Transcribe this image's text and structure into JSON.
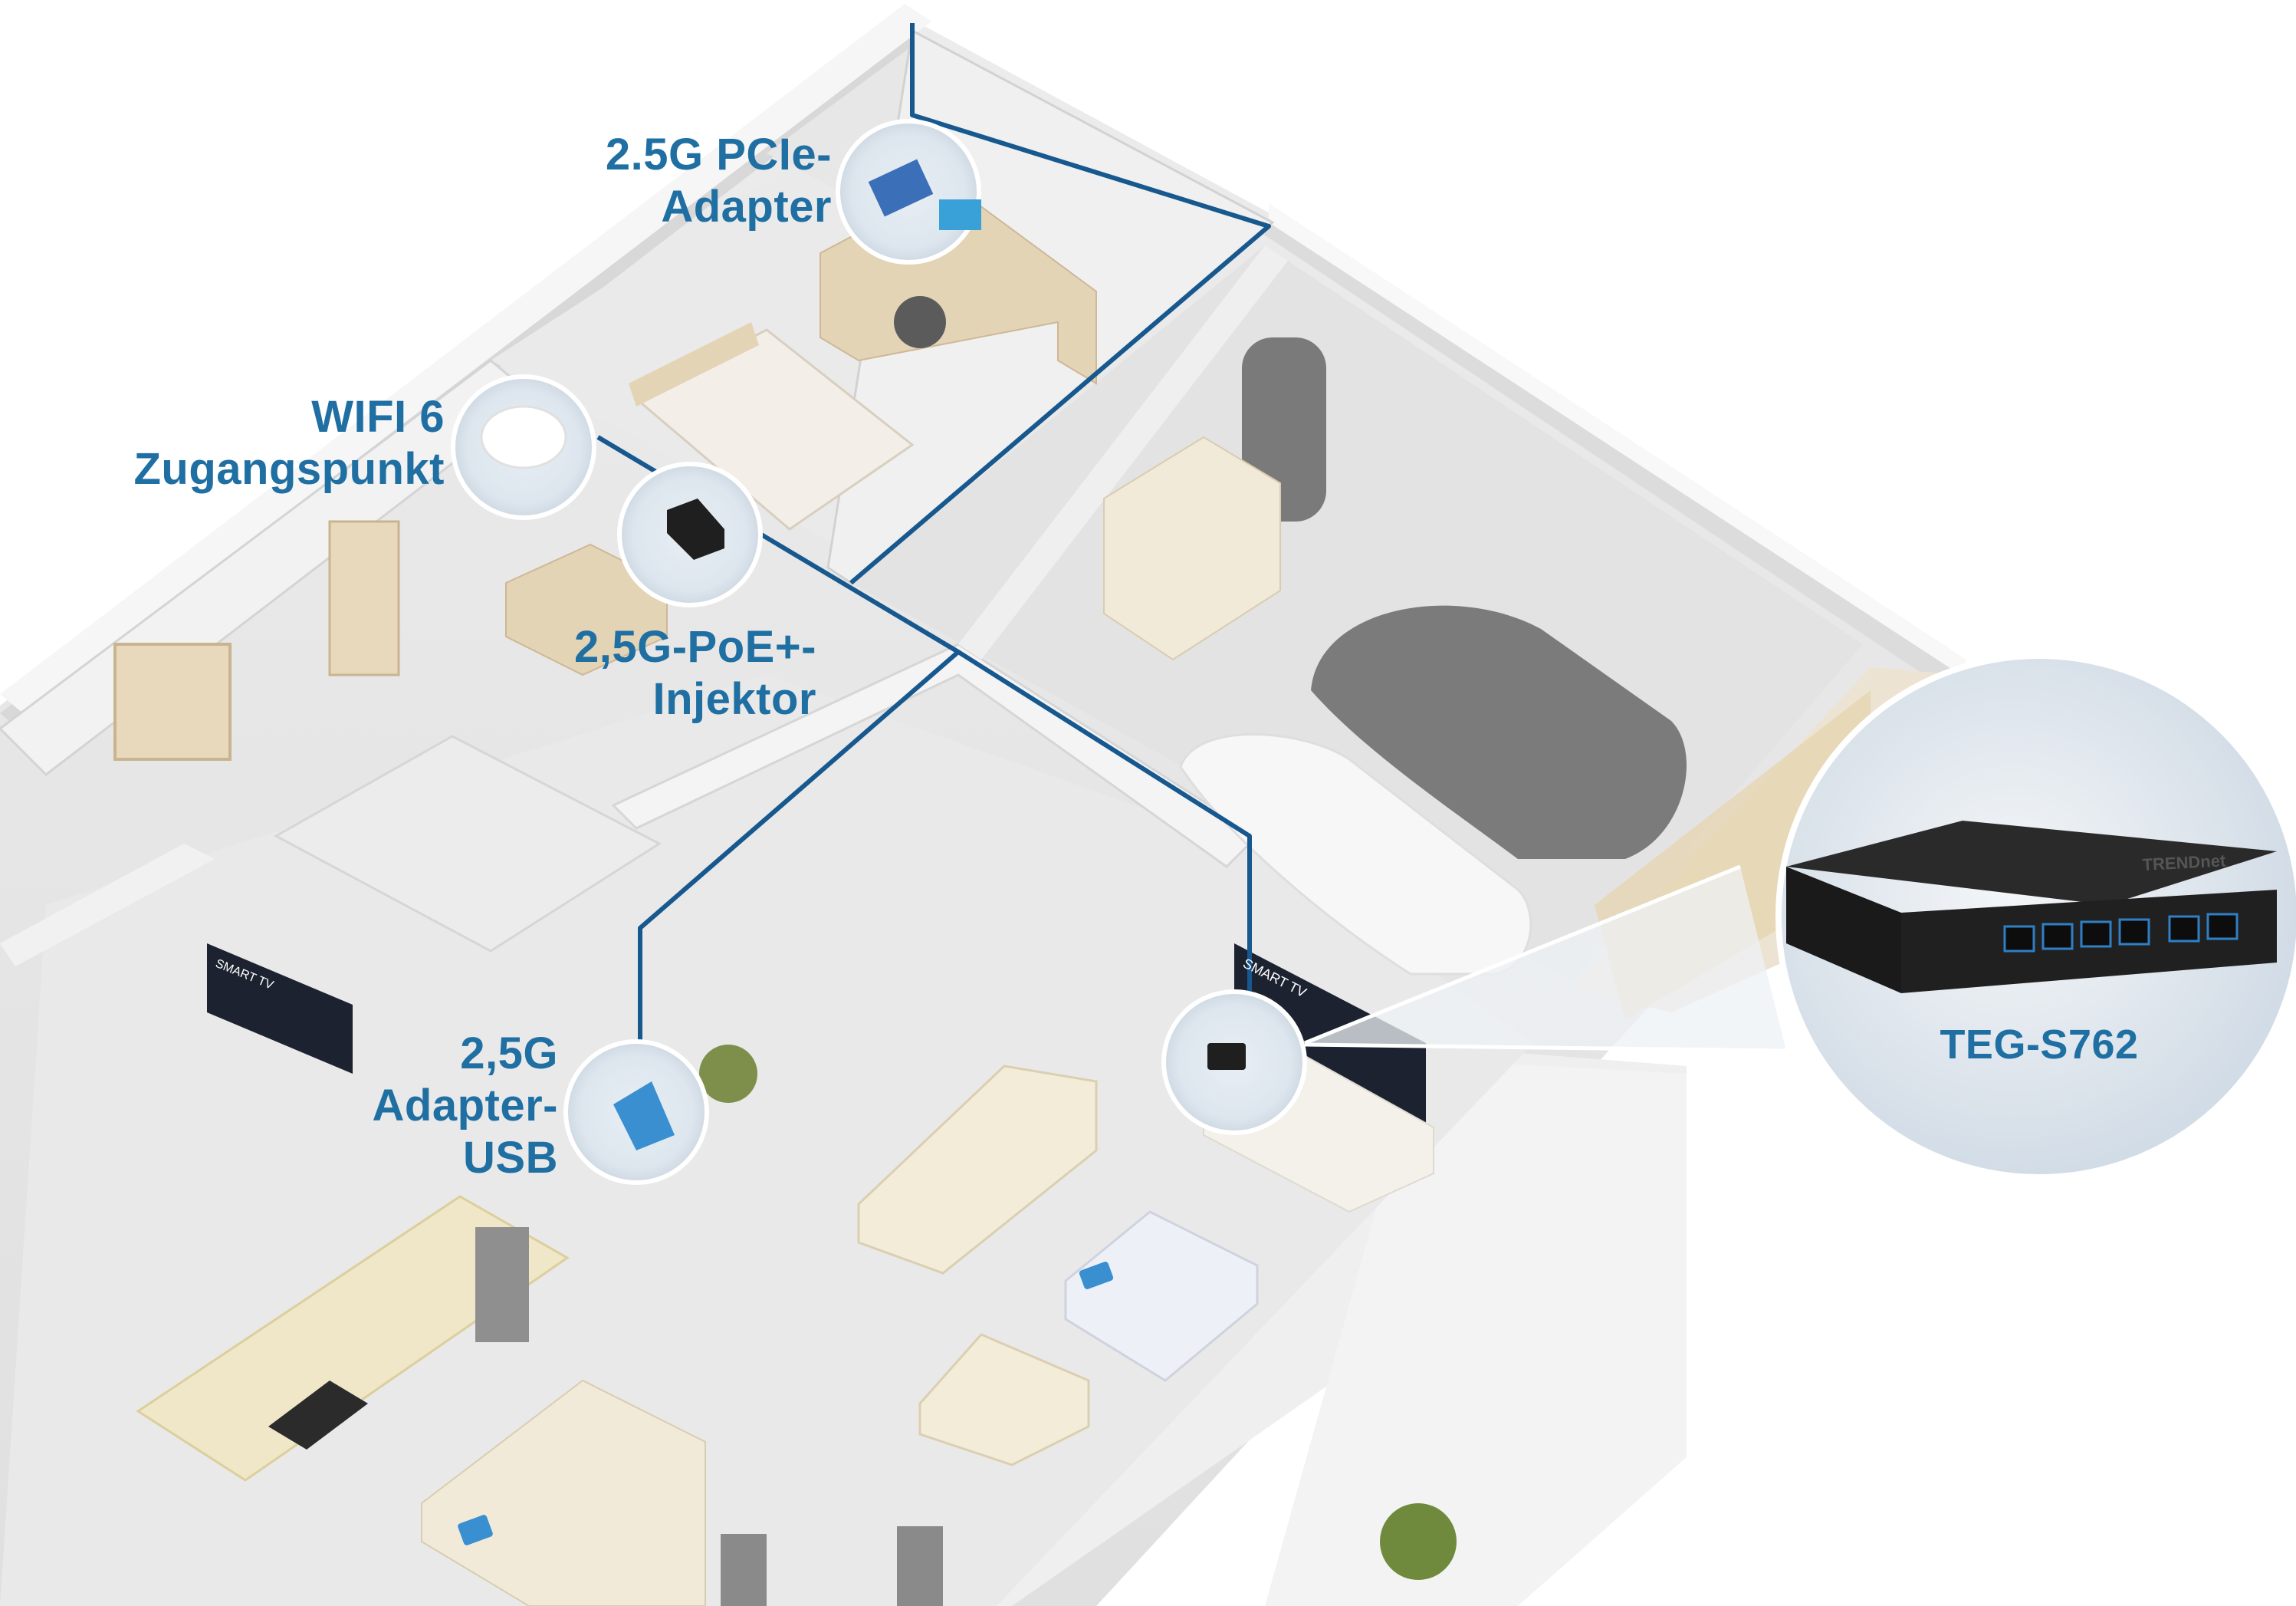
{
  "labels": {
    "pcie_line1": "2.5G PCIe-",
    "pcie_line2": "Adapter",
    "wifi_line1": "WIFI 6",
    "wifi_line2": "Zugangspunkt",
    "poe_line1": "2,5G-PoE+-",
    "poe_line2": "Injektor",
    "usb_line1": "2,5G",
    "usb_line2": "Adapter-",
    "usb_line3": "USB",
    "switch_model": "TEG-S762",
    "tv_left": "SMART TV",
    "tv_right": "SMART TV",
    "switch_brand": "TRENDnet"
  },
  "colors": {
    "label_blue": "#1f6fa3",
    "cable_blue": "#17588e",
    "wall": "#f3f3f3",
    "floor": "#e6e6e6",
    "wood": "#e4d4b6"
  }
}
